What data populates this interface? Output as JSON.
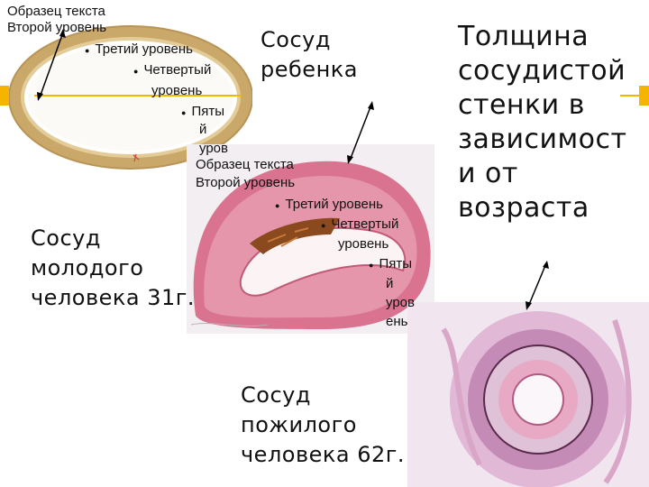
{
  "slide": {
    "title_lines": [
      "Толщина",
      "сосудистой",
      "стенки в",
      "зависимост",
      "и от",
      "возраста"
    ],
    "captions": {
      "child": [
        "Сосуд",
        "ребенка"
      ],
      "young": [
        "Сосуд",
        "молодого",
        "человека 31г."
      ],
      "elderly": [
        "Сосуд",
        "пожилого",
        "человека 62г."
      ]
    },
    "placeholder_a": {
      "level1": "Образец текста",
      "level2": "Второй уровень",
      "level3": "Третий уровень",
      "level4a": "Четвертый",
      "level4b": "уровень",
      "level5a": "Пяты",
      "level5b": "й",
      "level5c": "уров"
    },
    "placeholder_b": {
      "level1": "Образец текста",
      "level2": "Второй уровень",
      "level3": "Третий уровень",
      "level4a": "Четвертый",
      "level4b": "уровень",
      "level5a": "Пяты",
      "level5b": "й",
      "level5c": "уров",
      "level5d": "ень"
    },
    "colors": {
      "accent": "#f5b400",
      "child_wall": "#c9a86a",
      "young_tissue": "#d9738f",
      "elderly_tissue": "#c48bb7"
    },
    "icons": {
      "bullet": "bullet-dot-icon"
    }
  }
}
